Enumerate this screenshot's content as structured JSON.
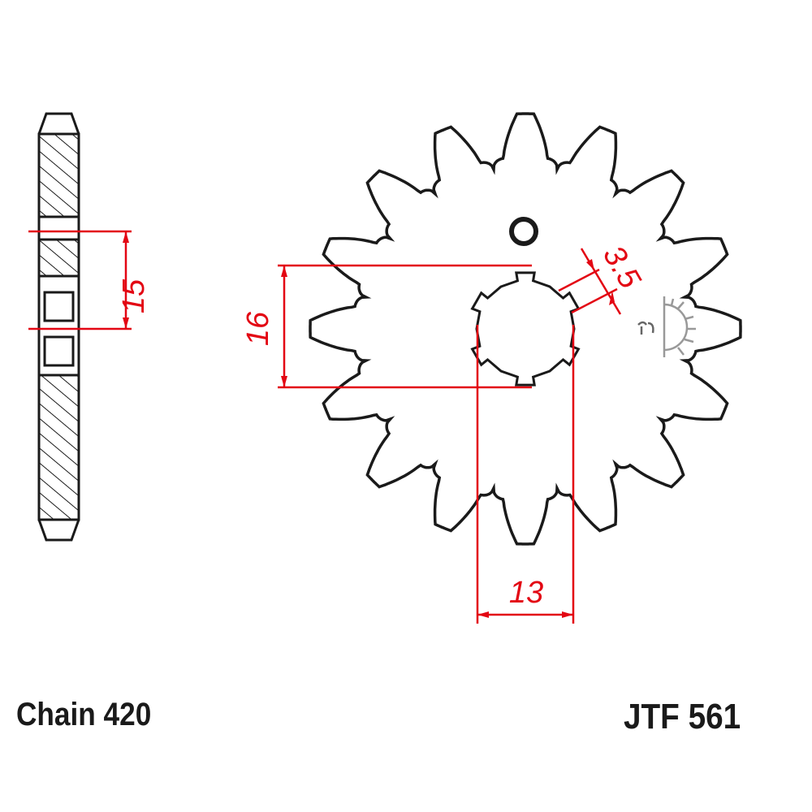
{
  "chain_label": "Chain 420",
  "part_number": "JTF 561",
  "teeth": 16,
  "spline_count": 6,
  "dimensions": {
    "hub_width": "15",
    "spline_height": "16",
    "spline_width": "13",
    "spline_depth": "3.5"
  },
  "colors": {
    "outline": "#1a1a1a",
    "dimension": "#e30613",
    "symbol": "#999999"
  }
}
